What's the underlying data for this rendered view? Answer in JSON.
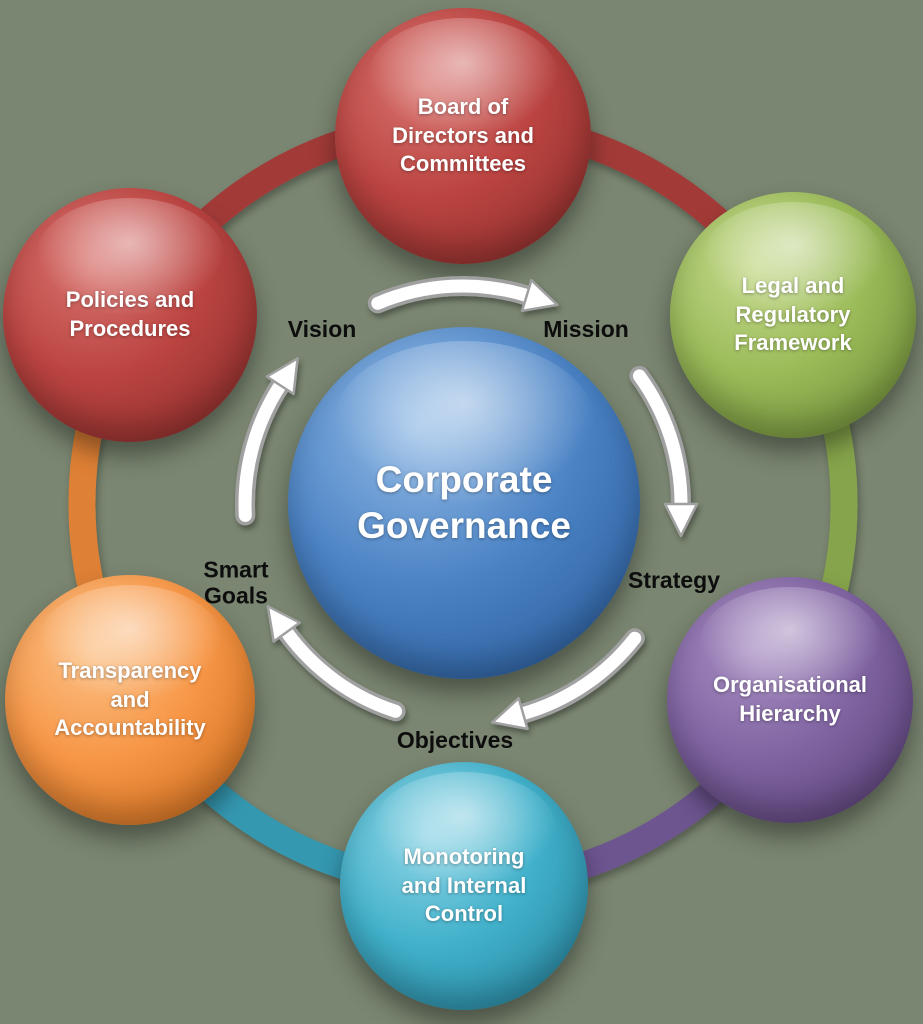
{
  "background_color": "#7a8671",
  "center": {
    "label": "Corporate Governance",
    "color": "#4a82c4"
  },
  "nodes": [
    {
      "label": "Board of Directors and Committees",
      "color": "#bb4441",
      "position": "top"
    },
    {
      "label": "Legal and Regulatory Framework",
      "color": "#9bbb59",
      "position": "top-right"
    },
    {
      "label": "Organisational Hierarchy",
      "color": "#8064a2",
      "position": "bottom-right"
    },
    {
      "label": "Monotoring and Internal Control",
      "color": "#41b1cb",
      "position": "bottom"
    },
    {
      "label": "Transparency and Accountability",
      "color": "#f79646",
      "position": "bottom-left"
    },
    {
      "label": "Policies and Procedures",
      "color": "#bb4441",
      "position": "top-left"
    }
  ],
  "cycle_labels": [
    {
      "text": "Vision"
    },
    {
      "text": "Mission"
    },
    {
      "text": "Strategy"
    },
    {
      "text": "Objectives"
    },
    {
      "text": "Smart Goals"
    }
  ],
  "ring": {
    "segment_colors": [
      "#a23a37",
      "#a23a37",
      "#86a44c",
      "#6d5490",
      "#3498b1",
      "#de8034"
    ]
  },
  "arrow_color": "#ffffff",
  "arrow_outline_color": "#a0a0a0"
}
